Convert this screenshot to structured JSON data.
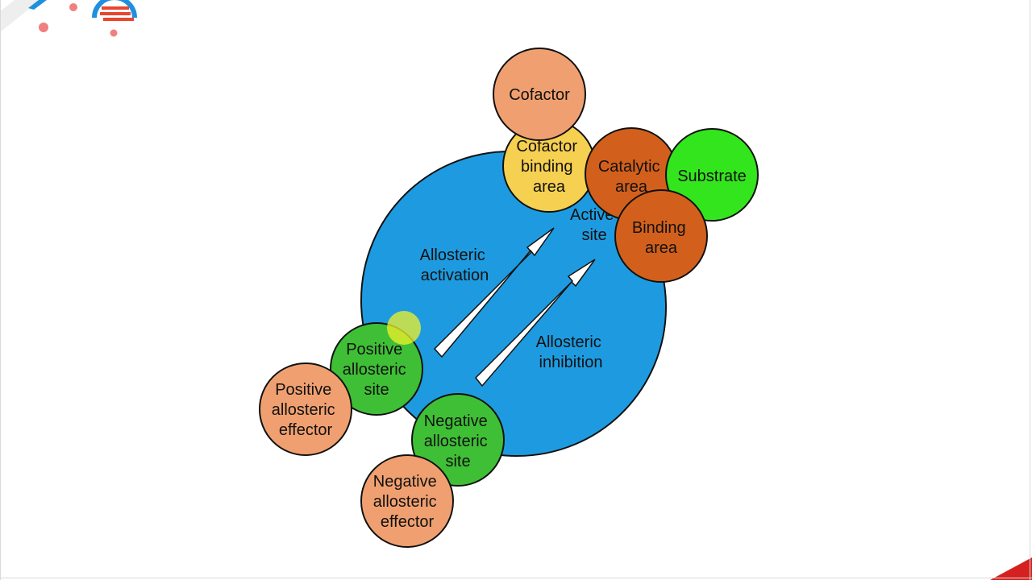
{
  "diagram": {
    "colors": {
      "enzyme": "#1e9be0",
      "effector": "#f0a070",
      "allosteric_site": "#3fbf36",
      "cofactor_binding": "#f6d050",
      "active_site_part": "#d2601c",
      "substrate": "#33e51c",
      "outline": "#111111",
      "arrow": "#ffffff",
      "highlight": "#f2f22a",
      "logo_blue": "#1f8fe0",
      "logo_red": "#e8462e",
      "dot_pink": "#f08080",
      "corner_red": "#d42020"
    },
    "nodes": {
      "cofactor": {
        "lines": [
          "Cofactor"
        ]
      },
      "cofactor_binding_area": {
        "lines": [
          "Cofactor",
          "binding",
          "area"
        ]
      },
      "catalytic_area": {
        "lines": [
          "Catalytic",
          "area"
        ]
      },
      "substrate": {
        "lines": [
          "Substrate"
        ]
      },
      "binding_area": {
        "lines": [
          "Binding",
          "area"
        ]
      },
      "positive_allosteric_site": {
        "lines": [
          "Positive",
          "allosteric",
          "site"
        ]
      },
      "positive_allosteric_effector": {
        "lines": [
          "Positive",
          "allosteric",
          "effector"
        ]
      },
      "negative_allosteric_site": {
        "lines": [
          "Negative",
          "allosteric",
          "site"
        ]
      },
      "negative_allosteric_effector": {
        "lines": [
          "Negative",
          "allosteric",
          "effector"
        ]
      }
    },
    "labels": {
      "active_site": {
        "lines": [
          "Active",
          "site"
        ]
      },
      "allosteric_activation": {
        "lines": [
          "Allosteric",
          "activation"
        ]
      },
      "allosteric_inhibition": {
        "lines": [
          "Allosteric",
          "inhibition"
        ]
      }
    }
  }
}
